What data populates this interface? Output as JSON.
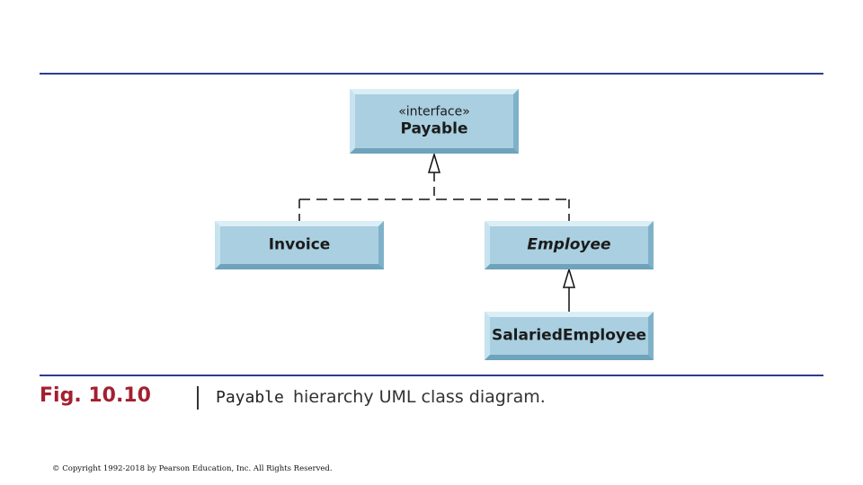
{
  "diagram": {
    "classes": {
      "payable": {
        "stereotype": "«interface»",
        "name": "Payable"
      },
      "invoice": {
        "name": "Invoice"
      },
      "employee": {
        "name": "Employee"
      },
      "salaried_employee": {
        "name": "SalariedEmployee"
      }
    },
    "relationships": [
      {
        "from": "Invoice",
        "to": "Payable",
        "kind": "realization"
      },
      {
        "from": "Employee",
        "to": "Payable",
        "kind": "realization"
      },
      {
        "from": "SalariedEmployee",
        "to": "Employee",
        "kind": "generalization"
      }
    ]
  },
  "caption": {
    "figure": "Fig. 10.10",
    "code": "Payable",
    "text": "hierarchy UML class diagram."
  },
  "copyright": "© Copyright 1992-2018 by Pearson Education, Inc. All Rights Reserved.",
  "colors": {
    "rule": "#2c3e8c",
    "box_fill": "#a9cfe0",
    "fig_label": "#a32030"
  }
}
